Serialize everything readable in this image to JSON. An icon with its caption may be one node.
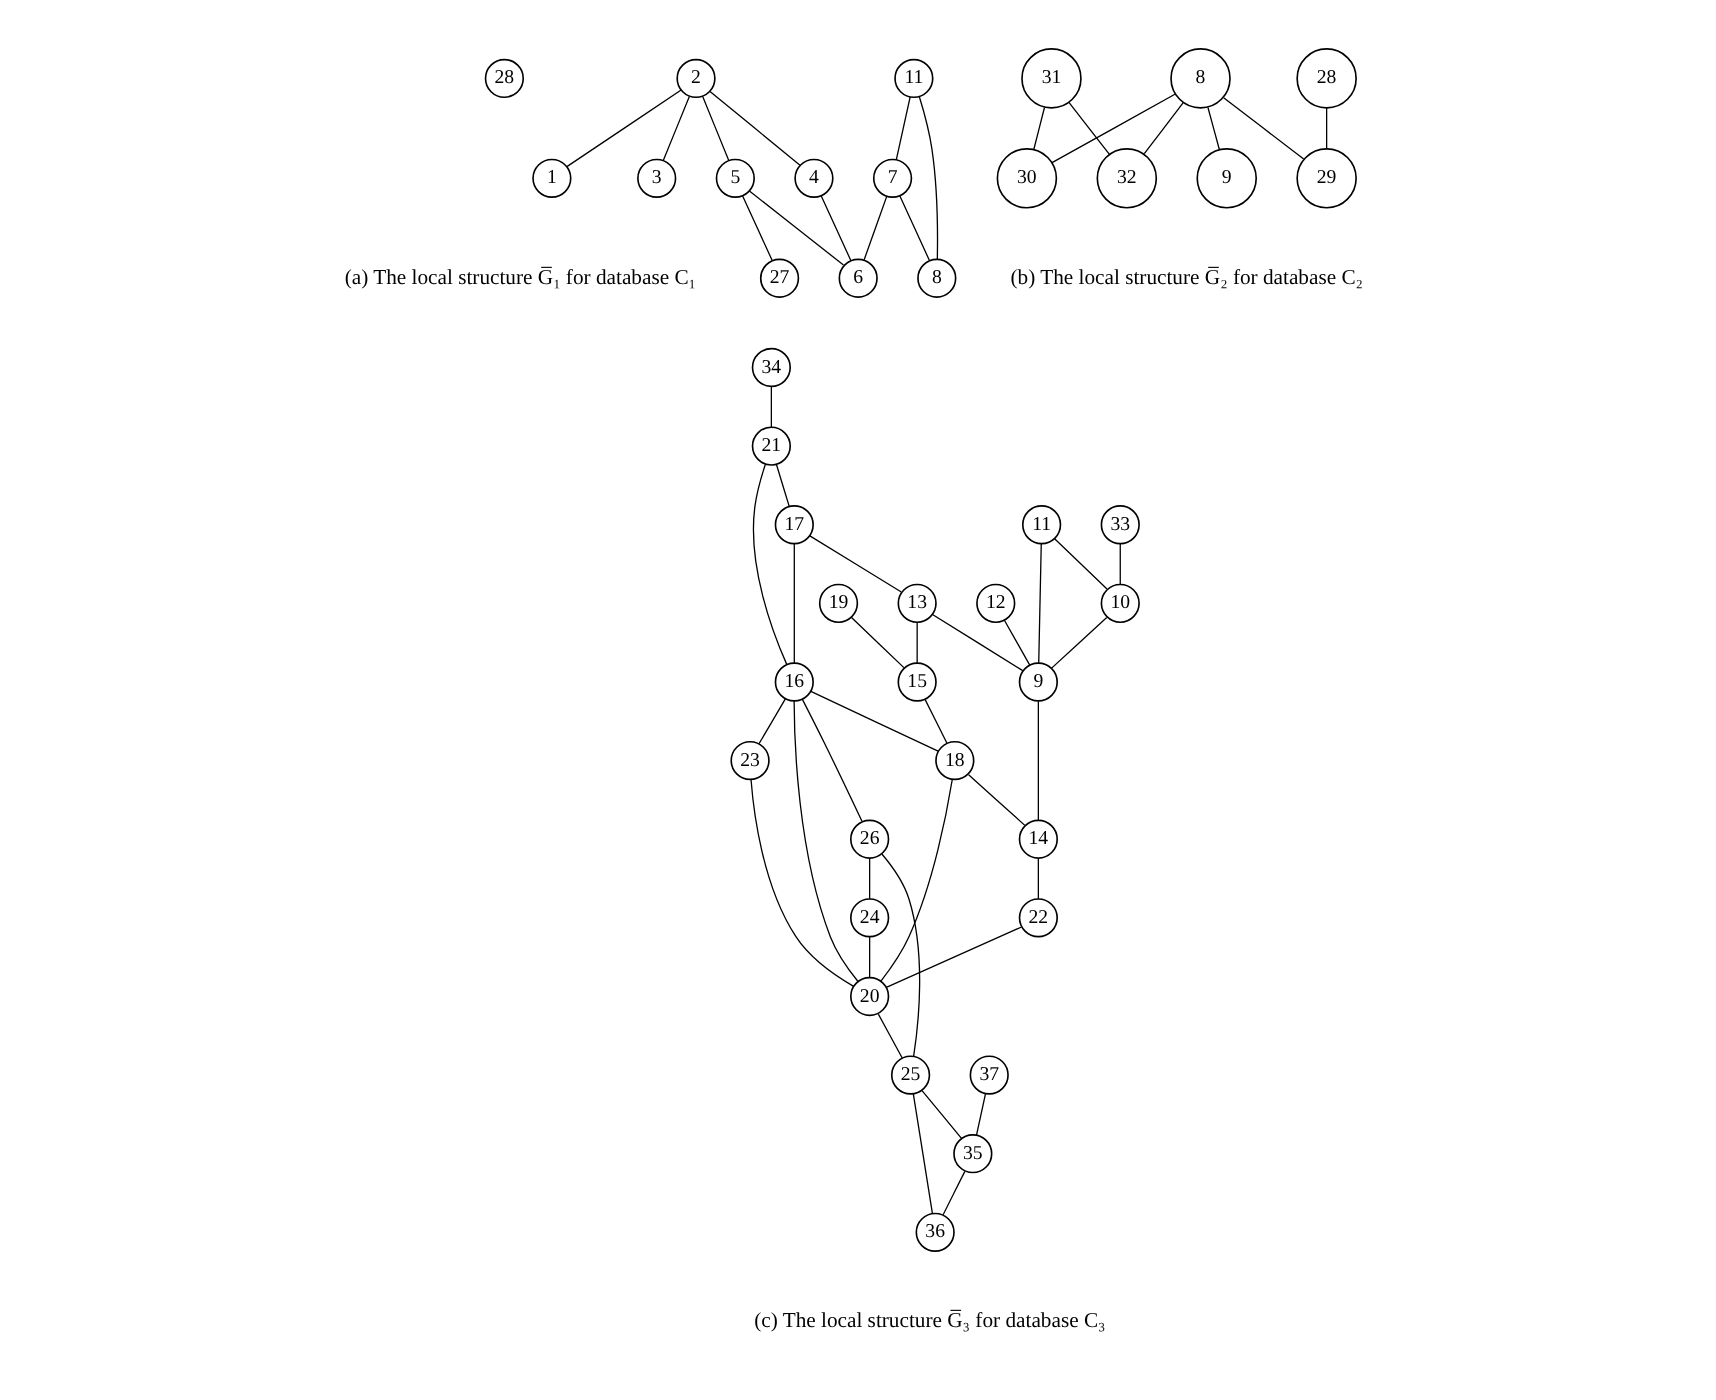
{
  "diagram": {
    "nodes": [
      {
        "text": [
          "11"
        ]
      },
      {
        "text": [
          "4"
        ]
      },
      {
        "text": [
          "7"
        ]
      },
      {
        "text": [
          "2"
        ]
      },
      {
        "text": [
          "5"
        ]
      },
      {
        "text": [
          "6"
        ]
      },
      {
        "text": [
          "8"
        ]
      },
      {
        "text": [
          "28"
        ]
      },
      {
        "text": [
          "1"
        ]
      },
      {
        "text": [
          "3"
        ]
      },
      {
        "text": [
          "27"
        ]
      },
      {
        "text": [
          "8"
        ]
      },
      {
        "text": [
          "9"
        ]
      },
      {
        "text": [
          "28"
        ]
      },
      {
        "text": [
          "31"
        ]
      },
      {
        "text": [
          "29"
        ]
      },
      {
        "text": [
          "30"
        ]
      },
      {
        "text": [
          "32"
        ]
      },
      {
        "text": [
          "34"
        ]
      },
      {
        "text": [
          "21"
        ]
      },
      {
        "text": [
          "16"
        ]
      },
      {
        "text": [
          "26"
        ]
      },
      {
        "text": [
          "17"
        ]
      },
      {
        "text": [
          "24"
        ]
      },
      {
        "text": [
          "33"
        ]
      },
      {
        "text": [
          "37"
        ]
      },
      {
        "text": [
          "12"
        ]
      },
      {
        "text": [
          "19"
        ]
      },
      {
        "text": [
          "11"
        ]
      },
      {
        "text": [
          "23"
        ]
      },
      {
        "text": [
          "10"
        ]
      },
      {
        "text": [
          "13"
        ]
      },
      {
        "text": [
          "15"
        ]
      },
      {
        "text": [
          "18"
        ]
      },
      {
        "text": [
          "20"
        ]
      },
      {
        "text": [
          "25"
        ]
      },
      {
        "text": [
          "35"
        ]
      },
      {
        "text": [
          "9"
        ]
      },
      {
        "text": [
          "14"
        ]
      },
      {
        "text": [
          "22"
        ]
      },
      {
        "text": [
          "36"
        ]
      }
    ],
    "edges": [
      {
        "from": 3,
        "to": 1,
        "arrow": "none"
      },
      {
        "from": 1,
        "to": 5,
        "arrow": "none"
      },
      {
        "from": 3,
        "to": 4,
        "arrow": "none"
      },
      {
        "from": 4,
        "to": 5,
        "arrow": "none"
      },
      {
        "from": 2,
        "to": 5,
        "arrow": "none"
      },
      {
        "from": 0,
        "to": 2,
        "arrow": "none"
      },
      {
        "from": 2,
        "to": 6,
        "arrow": "none"
      },
      {
        "from": 0,
        "to": 6,
        "arrow": "none"
      },
      {
        "from": 3,
        "to": 8,
        "arrow": "none"
      },
      {
        "from": 3,
        "to": 9,
        "arrow": "none"
      },
      {
        "from": 4,
        "to": 10,
        "arrow": "none"
      },
      {
        "from": 11,
        "to": 12,
        "arrow": "none"
      },
      {
        "from": 11,
        "to": 15,
        "arrow": "none"
      },
      {
        "from": 11,
        "to": 16,
        "arrow": "none"
      },
      {
        "from": 11,
        "to": 17,
        "arrow": "none"
      },
      {
        "from": 13,
        "to": 15,
        "arrow": "none"
      },
      {
        "from": 14,
        "to": 16,
        "arrow": "none"
      },
      {
        "from": 14,
        "to": 17,
        "arrow": "none"
      },
      {
        "from": 18,
        "to": 19,
        "arrow": "none"
      },
      {
        "from": 19,
        "to": 22,
        "arrow": "none"
      },
      {
        "from": 19,
        "to": 20,
        "arrow": "none"
      },
      {
        "from": 22,
        "to": 20,
        "arrow": "none"
      },
      {
        "from": 20,
        "to": 21,
        "arrow": "none"
      },
      {
        "from": 20,
        "to": 29,
        "arrow": "none"
      },
      {
        "from": 20,
        "to": 34,
        "arrow": "none"
      },
      {
        "from": 20,
        "to": 33,
        "arrow": "none"
      },
      {
        "from": 21,
        "to": 23,
        "arrow": "none"
      },
      {
        "from": 23,
        "to": 34,
        "arrow": "none"
      },
      {
        "from": 21,
        "to": 35,
        "arrow": "none"
      },
      {
        "from": 25,
        "to": 36,
        "arrow": "none"
      },
      {
        "from": 35,
        "to": 36,
        "arrow": "none"
      },
      {
        "from": 36,
        "to": 40,
        "arrow": "none"
      },
      {
        "from": 35,
        "to": 40,
        "arrow": "none"
      },
      {
        "from": 34,
        "to": 35,
        "arrow": "none"
      },
      {
        "from": 29,
        "to": 34,
        "arrow": "none"
      },
      {
        "from": 33,
        "to": 34,
        "arrow": "none"
      },
      {
        "from": 27,
        "to": 32,
        "arrow": "none"
      },
      {
        "from": 32,
        "to": 33,
        "arrow": "none"
      },
      {
        "from": 31,
        "to": 32,
        "arrow": "none"
      },
      {
        "from": 22,
        "to": 31,
        "arrow": "none"
      },
      {
        "from": 31,
        "to": 37,
        "arrow": "none"
      },
      {
        "from": 33,
        "to": 38,
        "arrow": "none"
      },
      {
        "from": 37,
        "to": 38,
        "arrow": "none"
      },
      {
        "from": 38,
        "to": 39,
        "arrow": "none"
      },
      {
        "from": 39,
        "to": 34,
        "arrow": "none"
      },
      {
        "from": 24,
        "to": 30,
        "arrow": "none"
      },
      {
        "from": 28,
        "to": 30,
        "arrow": "none"
      },
      {
        "from": 28,
        "to": 37,
        "arrow": "none"
      },
      {
        "from": 30,
        "to": 37,
        "arrow": "none"
      },
      {
        "from": 26,
        "to": 37,
        "arrow": "none"
      }
    ],
    "labels": [
      "(a) The local structure G̅₁ for database C₁",
      "(b) The local structure G̅₂ for database C₂",
      "(c) The local structure G̅₃ for database C₃"
    ]
  }
}
